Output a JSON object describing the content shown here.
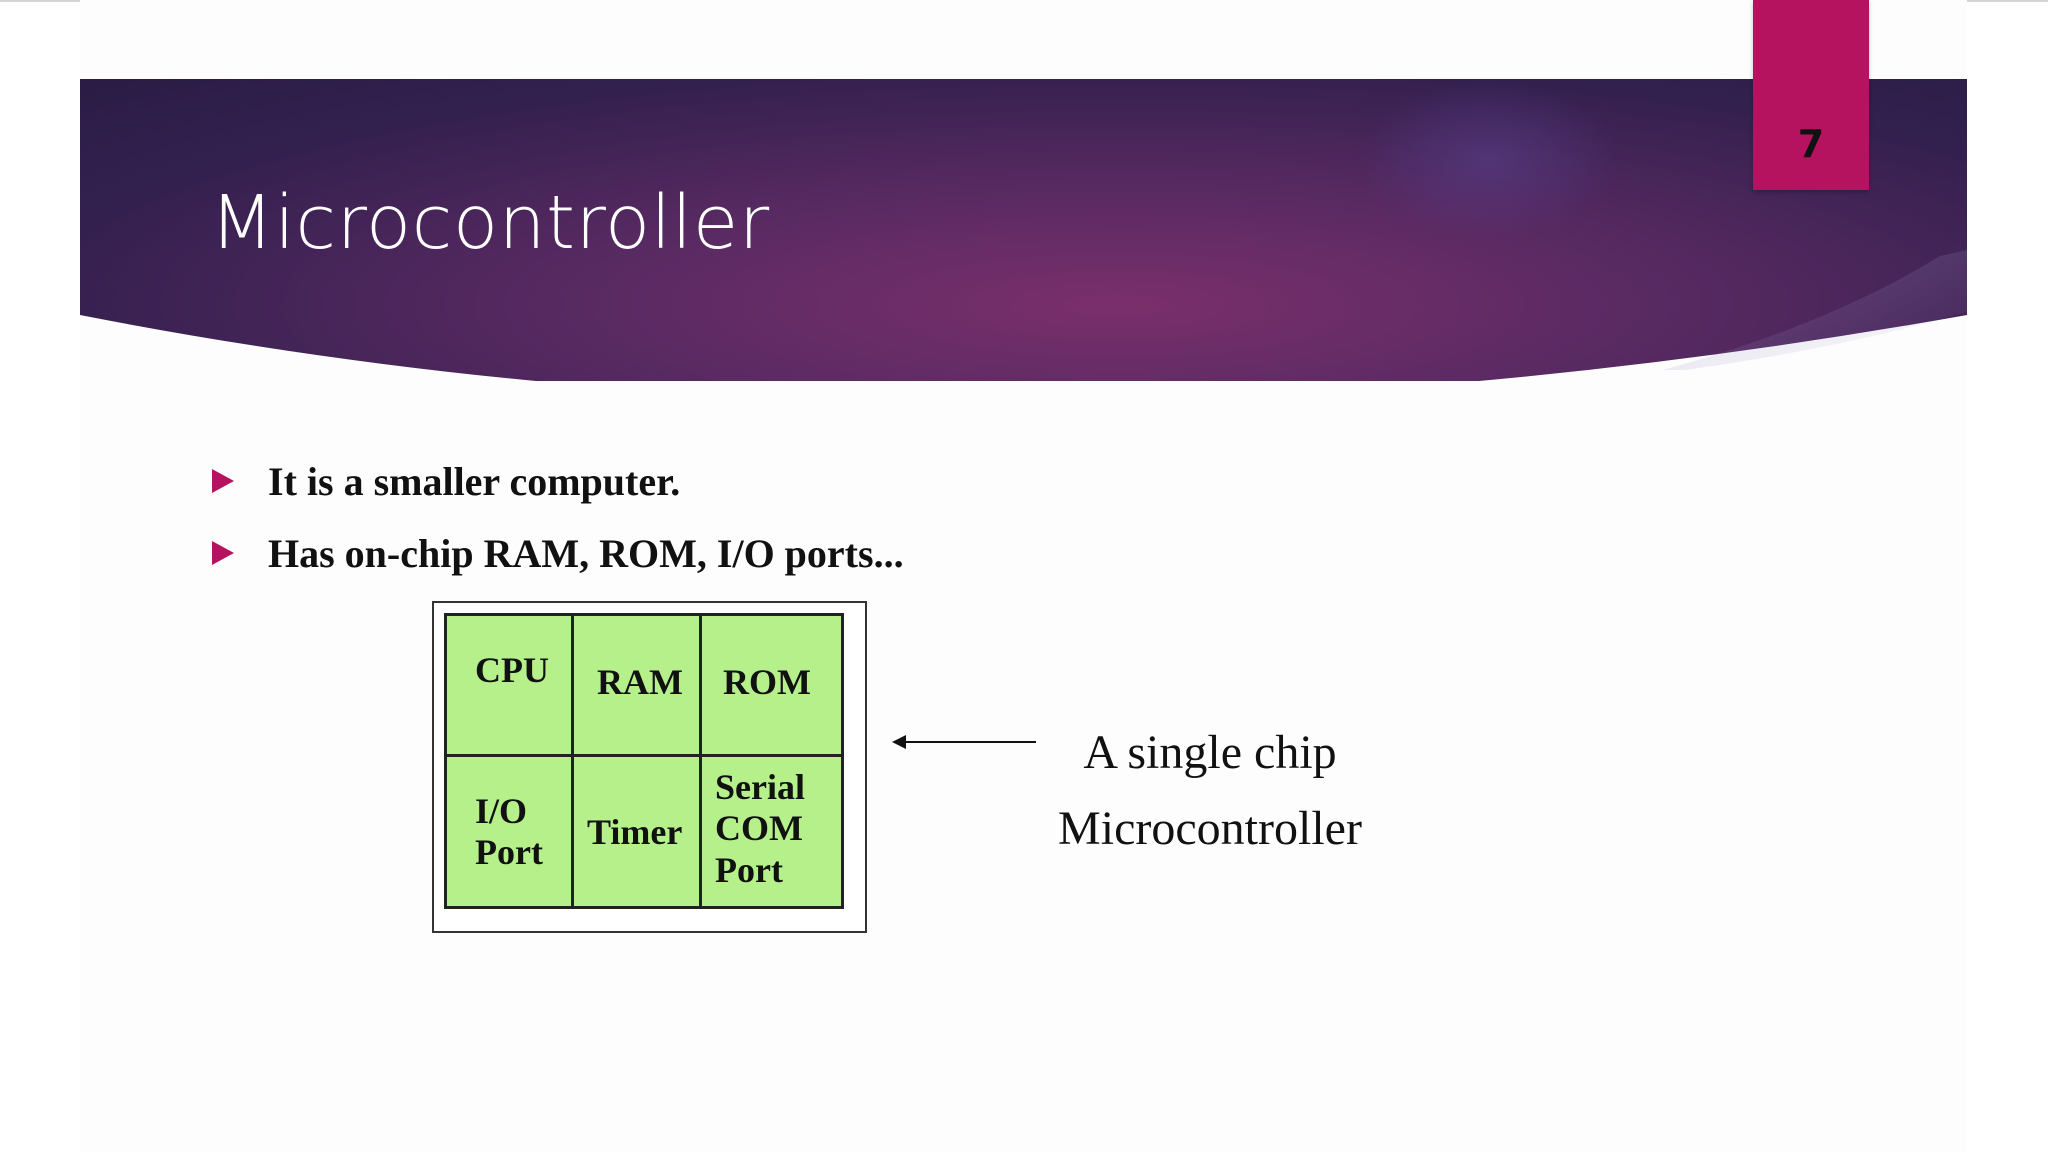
{
  "slide": {
    "title": "Microcontroller",
    "page_number": "7",
    "accent_color": "#b5135f",
    "banner_color": "#5a2a63"
  },
  "bullets": [
    {
      "text": "It is a smaller computer."
    },
    {
      "text": "Has on-chip RAM, ROM, I/O ports..."
    }
  ],
  "diagram": {
    "fill_color": "#b5f08a",
    "cells": {
      "cpu": "CPU",
      "ram": "RAM",
      "rom": "ROM",
      "io_port": [
        "I/O",
        "Port"
      ],
      "timer": "Timer",
      "serial_com_port": [
        "Serial",
        "COM",
        "Port"
      ]
    },
    "caption": [
      "A single chip",
      "Microcontroller"
    ]
  }
}
